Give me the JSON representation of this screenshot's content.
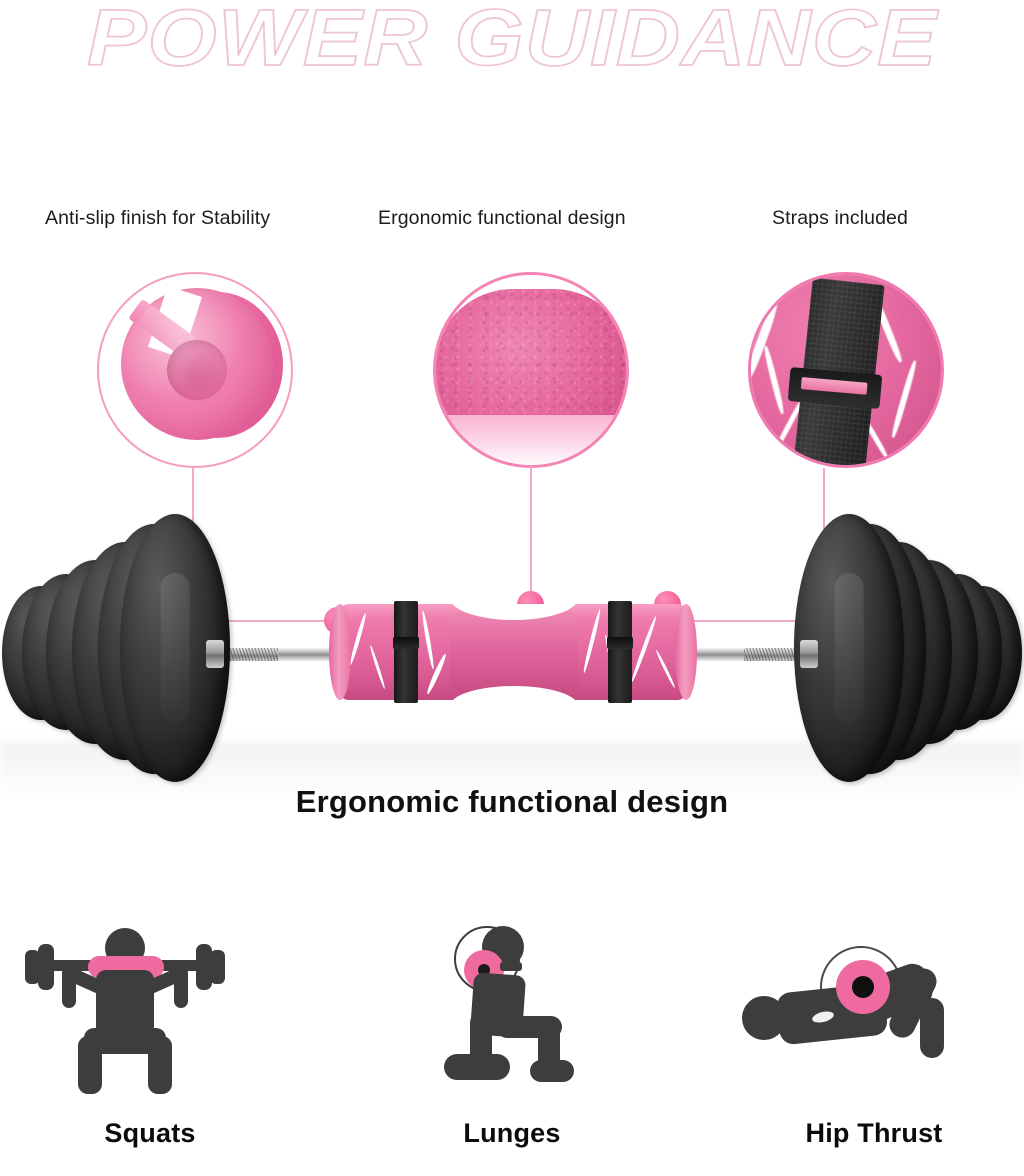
{
  "brand": {
    "title": "POWER GUIDANCE",
    "outline_color": "#eec6d2"
  },
  "features": [
    {
      "id": "anti-slip",
      "caption": "Anti-slip finish for Stability",
      "detail": "foam cross-section showing C-shaped anti-slip barbell pad opening"
    },
    {
      "id": "ergonomic",
      "caption": "Ergonomic functional design",
      "detail": "close-up of textured high-density pink foam surface"
    },
    {
      "id": "straps",
      "caption": "Straps included",
      "detail": "black velcro strap with buckle on pink marble pad"
    }
  ],
  "product": {
    "main_caption": "Ergonomic functional design",
    "pad_color": "#e4679f",
    "accent_color": "#ef6a9e",
    "line_color": "#f0aac7",
    "plate_color": "#1f1f1f",
    "bar_color": "#c9c9c9"
  },
  "exercises": [
    {
      "id": "squats",
      "label": "Squats",
      "icon": "squat-figure-icon"
    },
    {
      "id": "lunges",
      "label": "Lunges",
      "icon": "lunge-figure-icon"
    },
    {
      "id": "hip-thrust",
      "label": "Hip Thrust",
      "icon": "hip-thrust-figure-icon"
    }
  ]
}
